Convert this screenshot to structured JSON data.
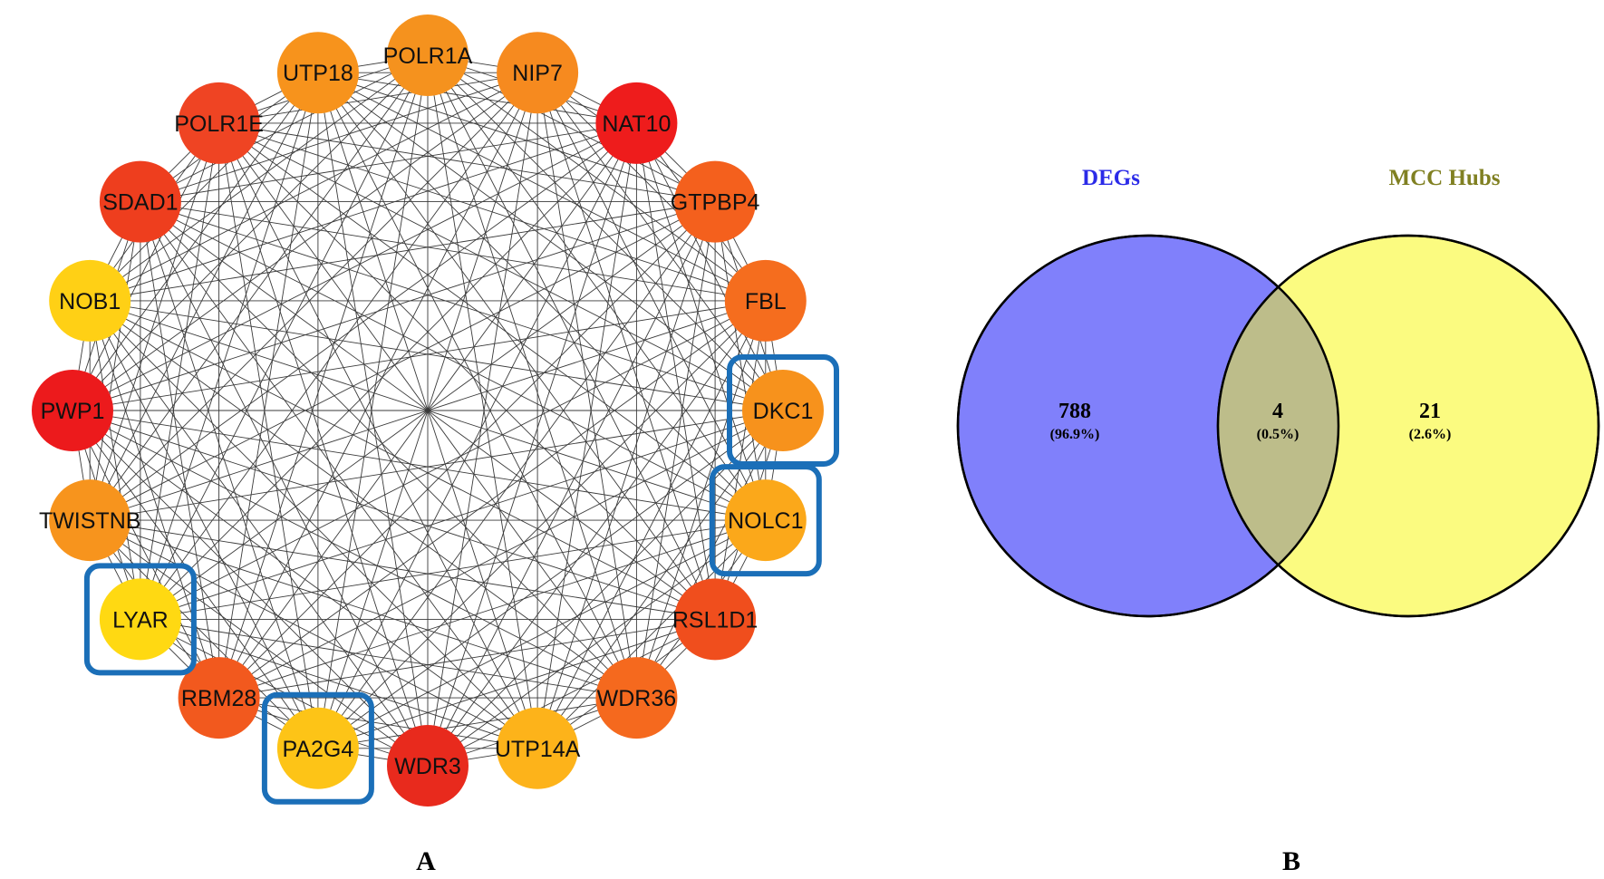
{
  "panel_a": {
    "label": "A",
    "nodes": [
      {
        "id": "POLR1A",
        "color": "#F5921E"
      },
      {
        "id": "NIP7",
        "color": "#F68A1F"
      },
      {
        "id": "NAT10",
        "color": "#EE1C1C"
      },
      {
        "id": "GTPBP4",
        "color": "#F4601D"
      },
      {
        "id": "FBL",
        "color": "#F56D1E"
      },
      {
        "id": "DKC1",
        "color": "#F7921C"
      },
      {
        "id": "NOLC1",
        "color": "#FBA81A"
      },
      {
        "id": "RSL1D1",
        "color": "#F04E1D"
      },
      {
        "id": "WDR36",
        "color": "#F5691E"
      },
      {
        "id": "UTP14A",
        "color": "#FDB31A"
      },
      {
        "id": "WDR3",
        "color": "#E82A1D"
      },
      {
        "id": "PA2G4",
        "color": "#FDC417"
      },
      {
        "id": "RBM28",
        "color": "#F2591E"
      },
      {
        "id": "LYAR",
        "color": "#FFD912"
      },
      {
        "id": "TWISTNB",
        "color": "#F7941D"
      },
      {
        "id": "PWP1",
        "color": "#EC1A1C"
      },
      {
        "id": "NOB1",
        "color": "#FFD015"
      },
      {
        "id": "SDAD1",
        "color": "#EE3E1E"
      },
      {
        "id": "POLR1E",
        "color": "#EF4423"
      },
      {
        "id": "UTP18",
        "color": "#F7931C"
      }
    ],
    "highlighted": [
      "DKC1",
      "NOLC1",
      "LYAR",
      "PA2G4"
    ],
    "highlight_color": "#1B6FB8"
  },
  "panel_b": {
    "label": "B",
    "sets": [
      {
        "name": "DEGs",
        "title_color": "#2B2BE8",
        "fill": "#8080FB"
      },
      {
        "name": "MCC Hubs",
        "title_color": "#808022",
        "fill": "#FBFB80"
      }
    ],
    "overlap_fill": "#BDBD8A",
    "regions": [
      {
        "key": "degs_only",
        "count": "788",
        "percent": "(96.9%)"
      },
      {
        "key": "both",
        "count": "4",
        "percent": "(0.5%)"
      },
      {
        "key": "hubs_only",
        "count": "21",
        "percent": "(2.6%)"
      }
    ]
  }
}
